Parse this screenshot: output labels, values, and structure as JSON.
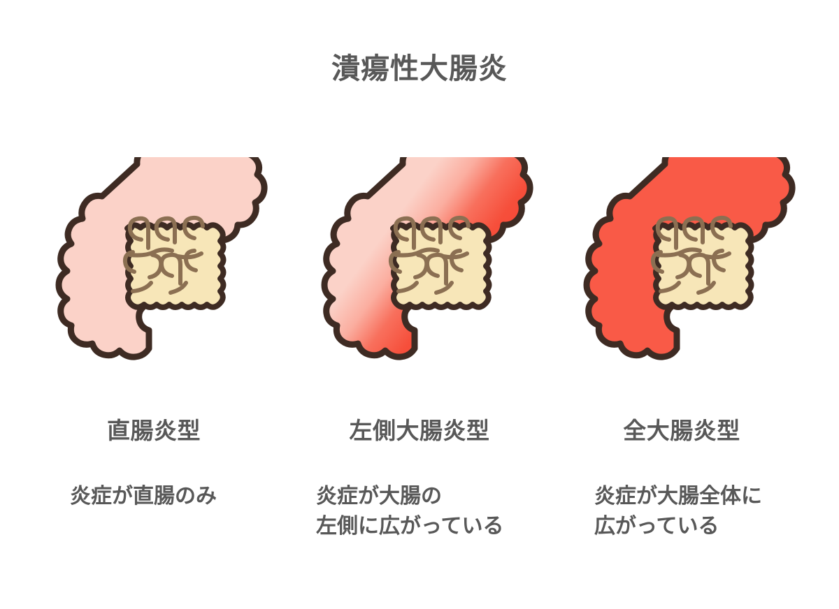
{
  "title": "潰瘍性大腸炎",
  "colors": {
    "outline": "#3E2B23",
    "colon_normal": "#FBD2C8",
    "colon_inflamed": "#F95A47",
    "small_intestine": "#F7E6B8",
    "small_intestine_line": "#8B6F52",
    "text": "#585858",
    "background": "#FFFFFF"
  },
  "panels": [
    {
      "id": "proctitis",
      "label": "直腸炎型",
      "description": "炎症が直腸のみ",
      "inflammation": "rectum-only",
      "figure_name": "colon-diagram-proctitis"
    },
    {
      "id": "left-sided",
      "label": "左側大腸炎型",
      "description": "炎症が大腸の\n左側に広がっている",
      "inflammation": "descending-colon-and-rectum",
      "figure_name": "colon-diagram-left-sided-colitis"
    },
    {
      "id": "pancolitis",
      "label": "全大腸炎型",
      "description": "炎症が大腸全体に\n広がっている",
      "inflammation": "entire-colon",
      "figure_name": "colon-diagram-pancolitis"
    }
  ]
}
